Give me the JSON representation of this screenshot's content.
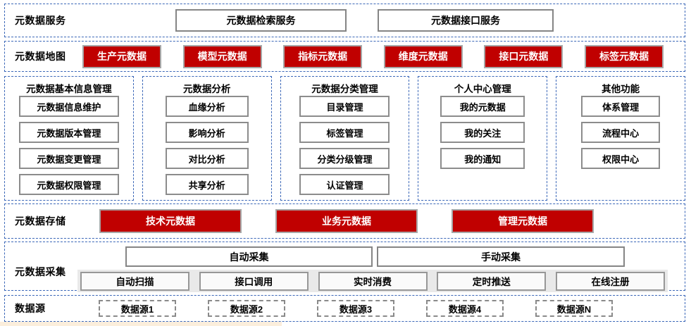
{
  "colors": {
    "accent_red": "#C00000",
    "dashed_border_blue": "#3B67B8",
    "box_border_gray": "#8C8C8C",
    "collect_strip_gray": "#E9E9E9",
    "bottom_strip_peach": "#FBEEDC"
  },
  "services": {
    "label": "元数据服务",
    "items": [
      "元数据检索服务",
      "元数据接口服务"
    ]
  },
  "map": {
    "label": "元数据地图",
    "items": [
      "生产元数据",
      "模型元数据",
      "指标元数据",
      "维度元数据",
      "接口元数据",
      "标签元数据"
    ]
  },
  "management": {
    "columns": [
      {
        "title": "元数据基本信息管理",
        "items": [
          "元数据信息维护",
          "元数据版本管理",
          "元数据变更管理",
          "元数据权限管理"
        ]
      },
      {
        "title": "元数据分析",
        "items": [
          "血缘分析",
          "影响分析",
          "对比分析",
          "共享分析"
        ]
      },
      {
        "title": "元数据分类管理",
        "items": [
          "目录管理",
          "标签管理",
          "分类分级管理",
          "认证管理"
        ]
      },
      {
        "title": "个人中心管理",
        "items": [
          "我的元数据",
          "我的关注",
          "我的通知"
        ]
      },
      {
        "title": "其他功能",
        "items": [
          "体系管理",
          "流程中心",
          "权限中心"
        ]
      }
    ]
  },
  "storage": {
    "label": "元数据存储",
    "items": [
      "技术元数据",
      "业务元数据",
      "管理元数据"
    ]
  },
  "collection": {
    "label": "元数据采集",
    "groups": [
      "自动采集",
      "手动采集"
    ],
    "items": [
      "自动扫描",
      "接口调用",
      "实时消费",
      "定时推送",
      "在线注册"
    ]
  },
  "datasources": {
    "label": "数据源",
    "items": [
      "数据源1",
      "数据源2",
      "数据源3",
      "数据源4",
      "数据源N"
    ]
  }
}
